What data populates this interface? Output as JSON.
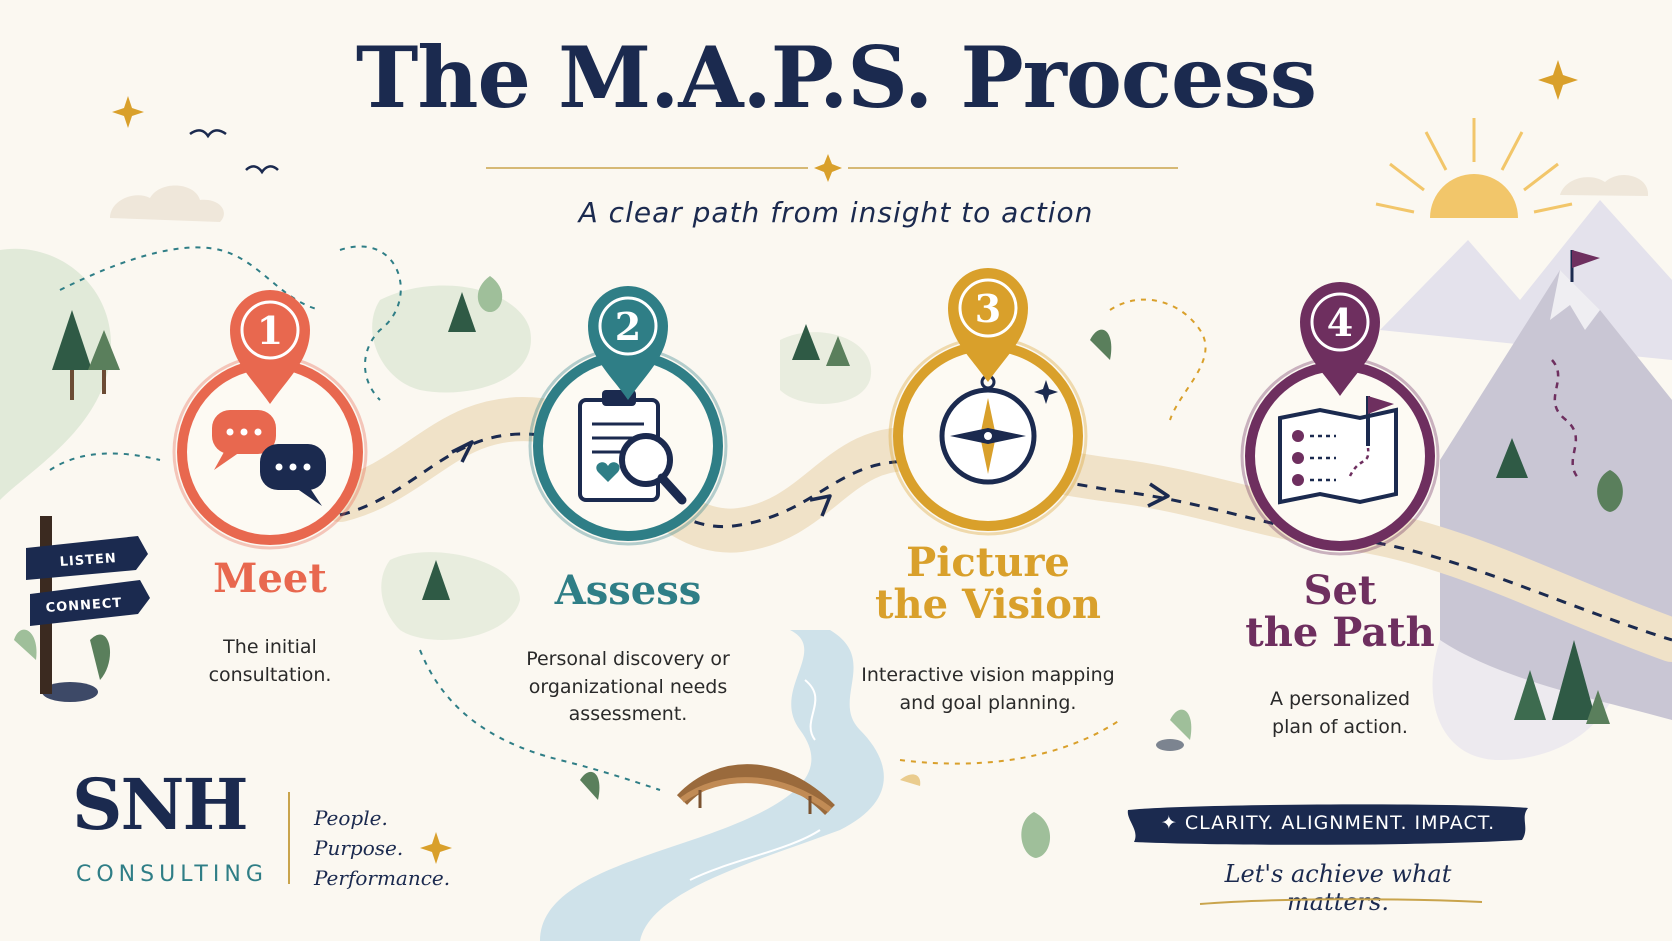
{
  "header": {
    "title": "The M.A.P.S. Process",
    "subtitle": "A clear path from insight to action"
  },
  "colors": {
    "navy": "#1b2a4f",
    "step1": "#e8684f",
    "step2": "#2f7e86",
    "step3": "#d9a02b",
    "step4": "#6e2f5f",
    "gold": "#c9a44c",
    "path": "#f0e2c8"
  },
  "signpost": [
    "LISTEN",
    "CONNECT"
  ],
  "steps": [
    {
      "number": "1",
      "name_lines": [
        "Meet"
      ],
      "desc_lines": [
        "The initial",
        "consultation."
      ],
      "icon": "chat-bubbles-icon",
      "color": "#e8684f"
    },
    {
      "number": "2",
      "name_lines": [
        "Assess"
      ],
      "desc_lines": [
        "Personal discovery or",
        "organizational needs",
        "assessment."
      ],
      "icon": "clipboard-magnifier-icon",
      "color": "#2f7e86"
    },
    {
      "number": "3",
      "name_lines": [
        "Picture",
        "the Vision"
      ],
      "desc_lines": [
        "Interactive vision mapping",
        "and goal planning."
      ],
      "icon": "compass-icon",
      "color": "#d9a02b"
    },
    {
      "number": "4",
      "name_lines": [
        "Set",
        "the Path"
      ],
      "desc_lines": [
        "A personalized",
        "plan of action."
      ],
      "icon": "map-flag-icon",
      "color": "#6e2f5f"
    }
  ],
  "logo": {
    "mark": "SNH",
    "sub": "CONSULTING",
    "tagline": [
      "People.",
      "Purpose.",
      "Performance."
    ]
  },
  "banner": {
    "text": "✦ CLARITY. ALIGNMENT. IMPACT.",
    "script": "Let's achieve what matters."
  }
}
